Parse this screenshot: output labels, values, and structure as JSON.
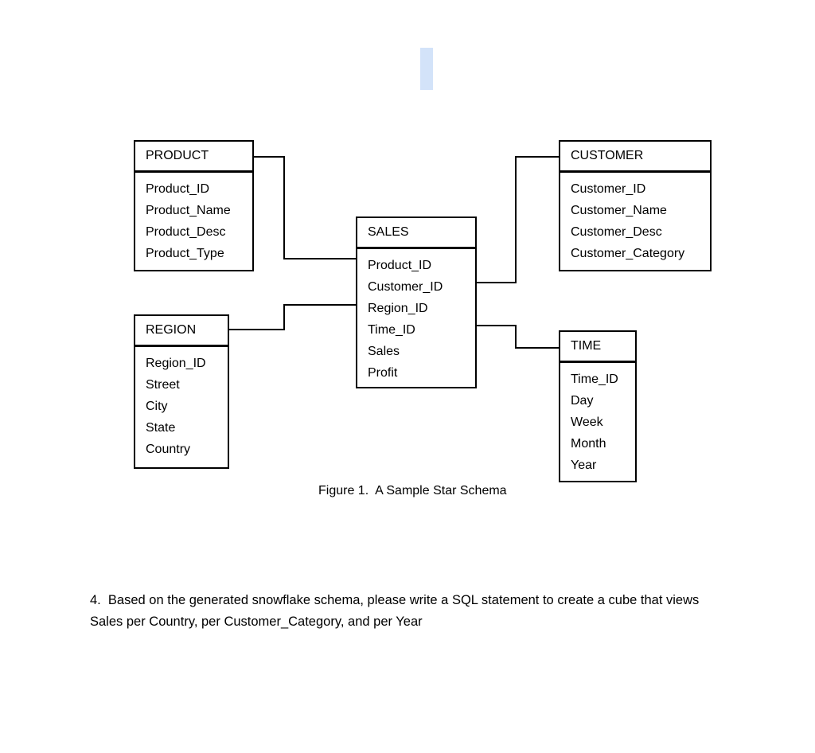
{
  "figure": {
    "caption": "Figure 1.  A Sample Star Schema"
  },
  "question": {
    "line1": "4.  Based on the generated snowflake schema, please write a SQL statement to create a cube that views",
    "line2": "Sales per Country, per Customer_Category, and per Year"
  },
  "entities": {
    "product": {
      "title": "PRODUCT",
      "fields": [
        "Product_ID",
        "Product_Name",
        "Product_Desc",
        "Product_Type"
      ]
    },
    "customer": {
      "title": "CUSTOMER",
      "fields": [
        "Customer_ID",
        "Customer_Name",
        "Customer_Desc",
        "Customer_Category"
      ]
    },
    "sales": {
      "title": "SALES",
      "fields": [
        "Product_ID",
        "Customer_ID",
        "Region_ID",
        "Time_ID",
        "Sales",
        "Profit"
      ]
    },
    "region": {
      "title": "REGION",
      "fields": [
        "Region_ID",
        "Street",
        "City",
        "State",
        "Country"
      ]
    },
    "time": {
      "title": "TIME",
      "fields": [
        "Time_ID",
        "Day",
        "Week",
        "Month",
        "Year"
      ]
    }
  },
  "connections": [
    {
      "from": "PRODUCT",
      "to": "SALES"
    },
    {
      "from": "REGION",
      "to": "SALES"
    },
    {
      "from": "SALES",
      "to": "CUSTOMER"
    },
    {
      "from": "SALES",
      "to": "TIME"
    }
  ],
  "colors": {
    "highlight": "#d3e3f9",
    "line": "#000000",
    "background": "#ffffff"
  }
}
